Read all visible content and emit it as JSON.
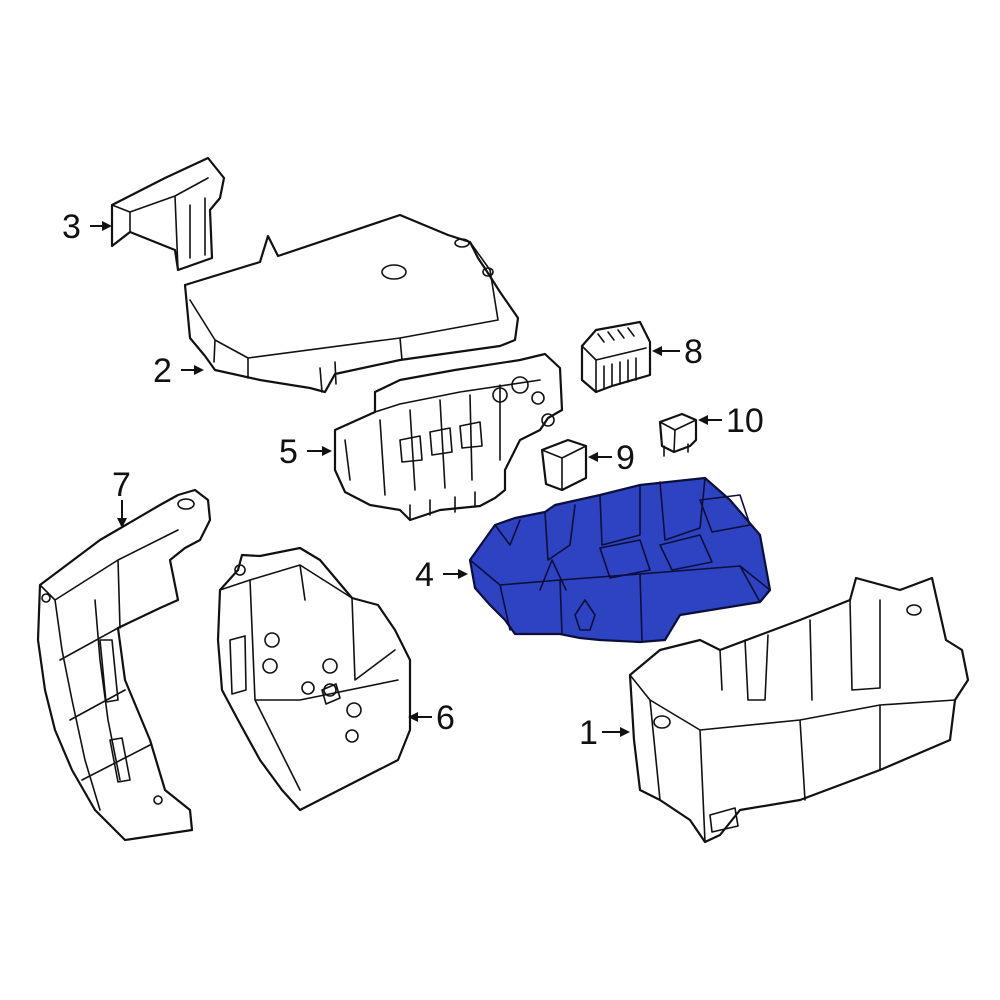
{
  "diagram": {
    "highlight_color": "#2d43c2",
    "highlighted_part": "4",
    "callouts": [
      {
        "id": "c1",
        "label": "1"
      },
      {
        "id": "c2",
        "label": "2"
      },
      {
        "id": "c3",
        "label": "3"
      },
      {
        "id": "c4",
        "label": "4"
      },
      {
        "id": "c5",
        "label": "5"
      },
      {
        "id": "c6",
        "label": "6"
      },
      {
        "id": "c7",
        "label": "7"
      },
      {
        "id": "c8",
        "label": "8"
      },
      {
        "id": "c9",
        "label": "9"
      },
      {
        "id": "c10",
        "label": "10"
      }
    ]
  }
}
